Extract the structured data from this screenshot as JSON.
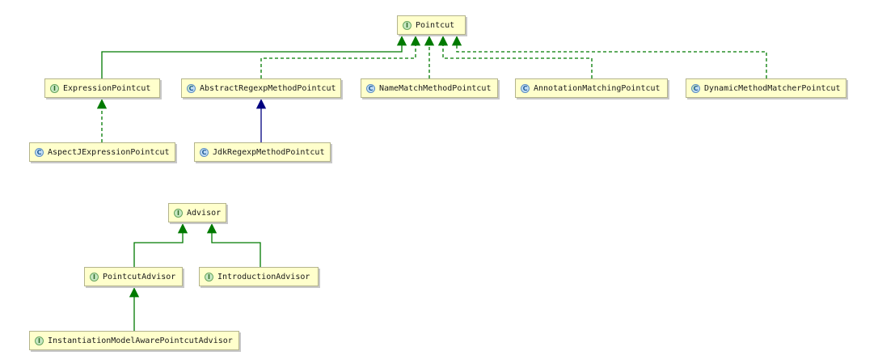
{
  "nodes": [
    {
      "id": "pointcut",
      "label": "Pointcut",
      "kind": "interface",
      "icon_letter": "I"
    },
    {
      "id": "expression-pointcut",
      "label": "ExpressionPointcut",
      "kind": "interface",
      "icon_letter": "I"
    },
    {
      "id": "abstract-regexp-method-pointcut",
      "label": "AbstractRegexpMethodPointcut",
      "kind": "abstract-class",
      "icon_letter": "C"
    },
    {
      "id": "name-match-method-pointcut",
      "label": "NameMatchMethodPointcut",
      "kind": "class",
      "icon_letter": "C"
    },
    {
      "id": "annotation-matching-pointcut",
      "label": "AnnotationMatchingPointcut",
      "kind": "class",
      "icon_letter": "C"
    },
    {
      "id": "dynamic-method-matcher-pointcut",
      "label": "DynamicMethodMatcherPointcut",
      "kind": "abstract-class",
      "icon_letter": "C"
    },
    {
      "id": "aspectj-expression-pointcut",
      "label": "AspectJExpressionPointcut",
      "kind": "class",
      "icon_letter": "C"
    },
    {
      "id": "jdk-regexp-method-pointcut",
      "label": "JdkRegexpMethodPointcut",
      "kind": "class",
      "icon_letter": "C"
    },
    {
      "id": "advisor",
      "label": "Advisor",
      "kind": "interface",
      "icon_letter": "I"
    },
    {
      "id": "pointcut-advisor",
      "label": "PointcutAdvisor",
      "kind": "interface",
      "icon_letter": "I"
    },
    {
      "id": "introduction-advisor",
      "label": "IntroductionAdvisor",
      "kind": "interface",
      "icon_letter": "I"
    },
    {
      "id": "instantiation-model-aware-pointcut-advisor",
      "label": "InstantiationModelAwarePointcutAdvisor",
      "kind": "interface",
      "icon_letter": "I"
    }
  ],
  "edges": [
    {
      "from": "expression-pointcut",
      "to": "pointcut",
      "relation": "extends"
    },
    {
      "from": "abstract-regexp-method-pointcut",
      "to": "pointcut",
      "relation": "implements"
    },
    {
      "from": "name-match-method-pointcut",
      "to": "pointcut",
      "relation": "implements"
    },
    {
      "from": "annotation-matching-pointcut",
      "to": "pointcut",
      "relation": "implements"
    },
    {
      "from": "dynamic-method-matcher-pointcut",
      "to": "pointcut",
      "relation": "implements"
    },
    {
      "from": "aspectj-expression-pointcut",
      "to": "expression-pointcut",
      "relation": "implements"
    },
    {
      "from": "jdk-regexp-method-pointcut",
      "to": "abstract-regexp-method-pointcut",
      "relation": "class-extends"
    },
    {
      "from": "pointcut-advisor",
      "to": "advisor",
      "relation": "extends"
    },
    {
      "from": "introduction-advisor",
      "to": "advisor",
      "relation": "extends"
    },
    {
      "from": "instantiation-model-aware-pointcut-advisor",
      "to": "pointcut-advisor",
      "relation": "extends"
    }
  ],
  "colors": {
    "node_fill": "#ffffcc",
    "node_border": "#b4b48c",
    "interface_edge": "#007a00",
    "class_edge": "#000080"
  }
}
